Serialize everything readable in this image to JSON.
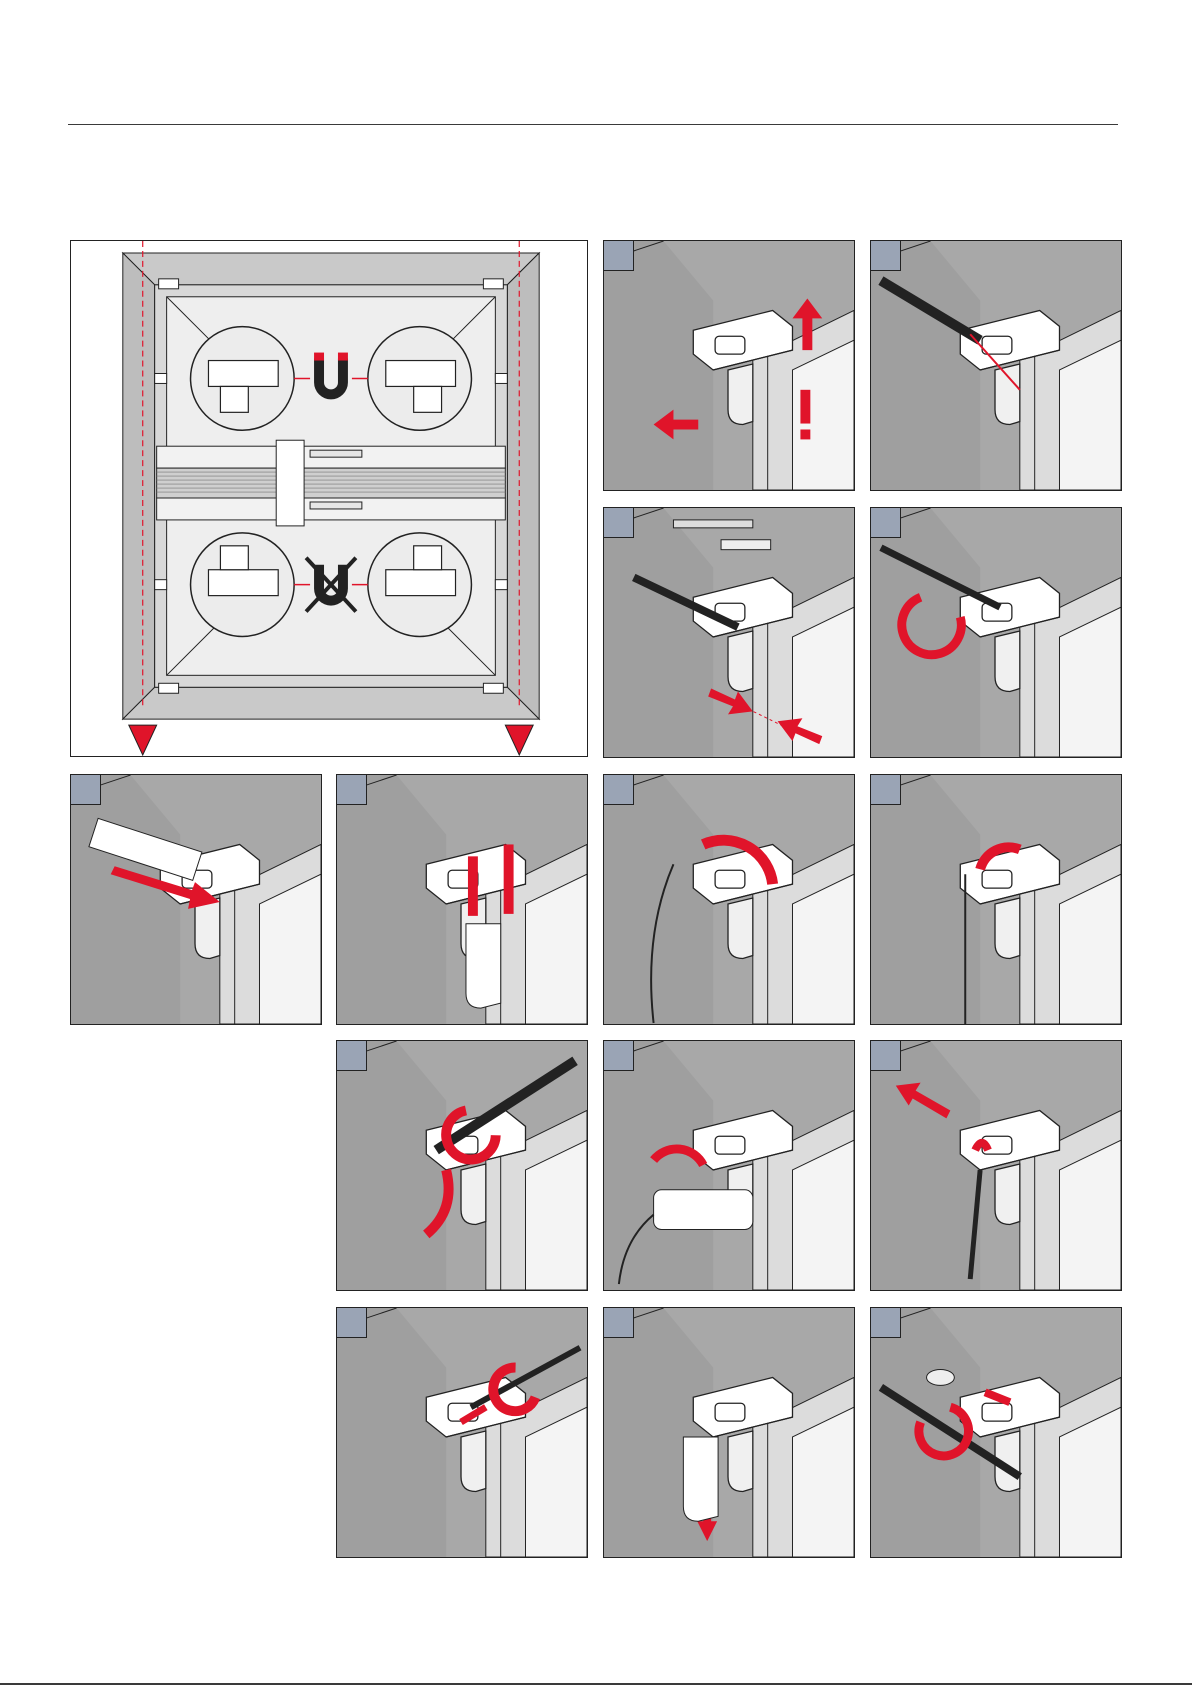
{
  "colors": {
    "accent_red": "#e0142a",
    "wall_grey": "#a8a8a8",
    "wall_dark": "#8f8f8f",
    "frame_light": "#dcdcdc",
    "badge_blue": "#9aa4b5",
    "outline": "#222222"
  },
  "panels": [
    {
      "name": "overview-panel",
      "icon": "window-overview"
    },
    {
      "name": "step-panel-1",
      "icon": "bracket-push-up"
    },
    {
      "name": "step-panel-2",
      "icon": "pencil-mark"
    },
    {
      "name": "step-panel-3",
      "icon": "drill-hole"
    },
    {
      "name": "step-panel-4",
      "icon": "screw-rotate"
    },
    {
      "name": "step-panel-5",
      "icon": "cover-slide"
    },
    {
      "name": "step-panel-6",
      "icon": "clip-push-up"
    },
    {
      "name": "step-panel-7",
      "icon": "clip-rotate"
    },
    {
      "name": "step-panel-8",
      "icon": "clip-hook"
    },
    {
      "name": "step-panel-9",
      "icon": "screwdriver-release"
    },
    {
      "name": "step-panel-10",
      "icon": "cord-unhook"
    },
    {
      "name": "step-panel-11",
      "icon": "pry-tool"
    },
    {
      "name": "step-panel-12",
      "icon": "screwdriver-turn"
    },
    {
      "name": "step-panel-13",
      "icon": "clip-pull-down"
    },
    {
      "name": "step-panel-14",
      "icon": "screw-remove"
    }
  ]
}
